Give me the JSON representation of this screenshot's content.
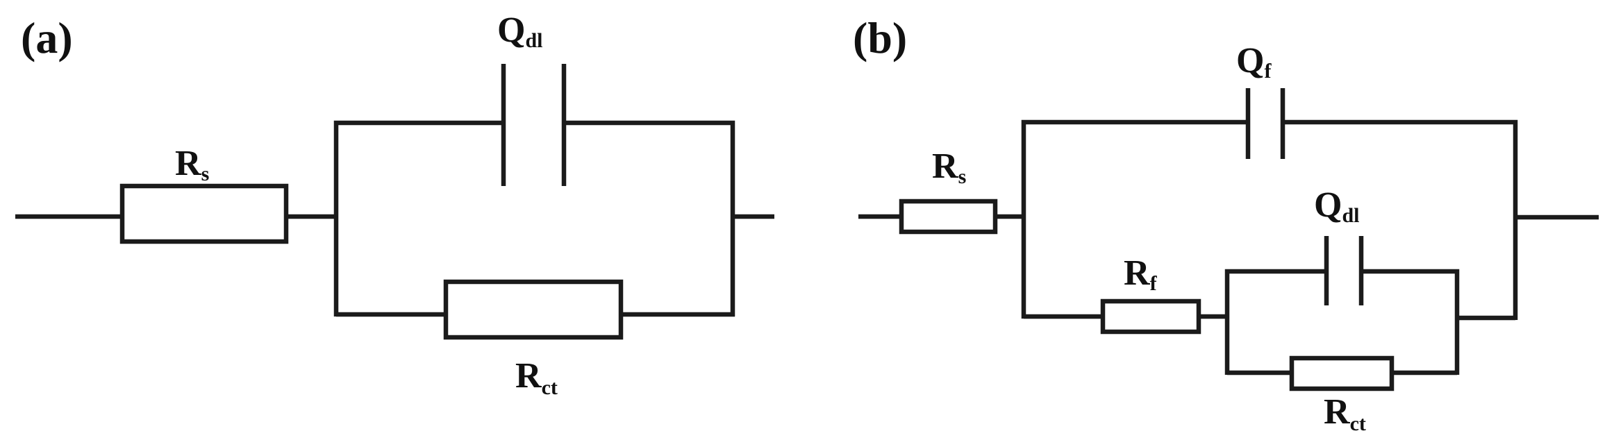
{
  "panels": [
    {
      "label": "(a)",
      "components": {
        "Rs": {
          "main": "R",
          "sub": "s"
        },
        "Qdl": {
          "main": "Q",
          "sub": "dl"
        },
        "Rct": {
          "main": "R",
          "sub": "ct"
        }
      }
    },
    {
      "label": "(b)",
      "components": {
        "Rs": {
          "main": "R",
          "sub": "s"
        },
        "Qf": {
          "main": "Q",
          "sub": "f"
        },
        "Rf": {
          "main": "R",
          "sub": "f"
        },
        "Qdl": {
          "main": "Q",
          "sub": "dl"
        },
        "Rct": {
          "main": "R",
          "sub": "ct"
        }
      }
    }
  ]
}
